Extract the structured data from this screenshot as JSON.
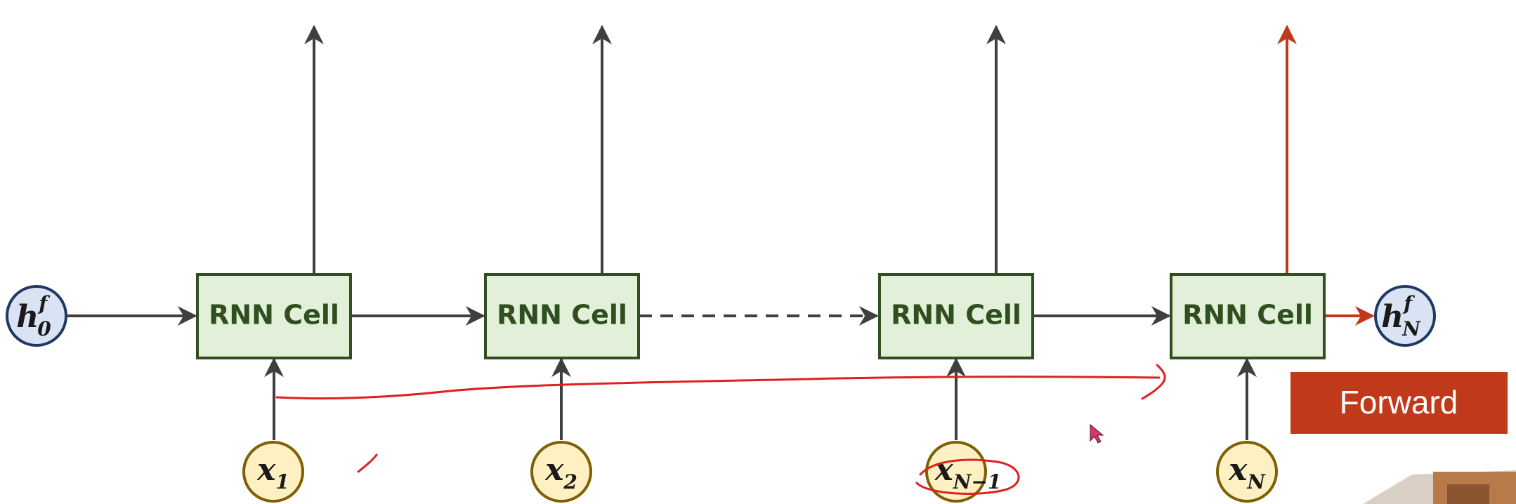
{
  "colors": {
    "cell_fill": "#e2efd9",
    "cell_stroke": "#2f4f1f",
    "cell_text": "#2f4f1f",
    "arrow": "#3f3f3f",
    "highlight_arrow": "#c0391b",
    "input_fill": "#fdf0c2",
    "input_stroke": "#7f6000",
    "hidden_fill": "#dae3f3",
    "hidden_stroke": "#203864",
    "forward_button": "#c0391b",
    "annotation_ink": "#e02020"
  },
  "cells": [
    {
      "label": "RNN Cell"
    },
    {
      "label": "RNN Cell"
    },
    {
      "label": "RNN Cell"
    },
    {
      "label": "RNN Cell"
    }
  ],
  "inputs": [
    {
      "main": "x",
      "sub": "1"
    },
    {
      "main": "x",
      "sub": "2"
    },
    {
      "main": "x",
      "sub": "N−1"
    },
    {
      "main": "x",
      "sub": "N"
    }
  ],
  "initial_state": {
    "main": "h",
    "sup": "f",
    "sub": "0"
  },
  "final_state": {
    "main": "h",
    "sup": "f",
    "sub": "N"
  },
  "forward_button": {
    "label": "Forward"
  }
}
